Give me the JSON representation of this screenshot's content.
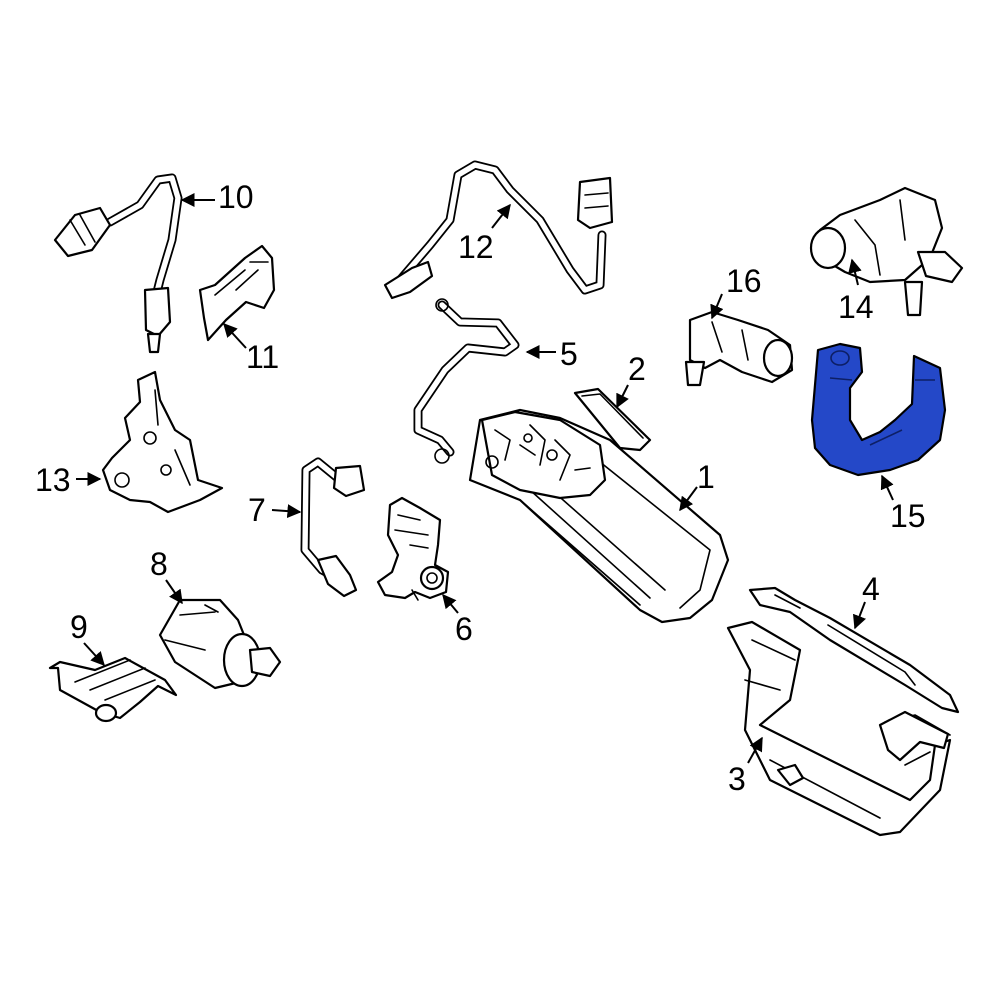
{
  "diagram": {
    "highlight_color": "#2448c8",
    "highlighted_part": "15",
    "callouts": [
      {
        "id": "1"
      },
      {
        "id": "2"
      },
      {
        "id": "3"
      },
      {
        "id": "4"
      },
      {
        "id": "5"
      },
      {
        "id": "6"
      },
      {
        "id": "7"
      },
      {
        "id": "8"
      },
      {
        "id": "9"
      },
      {
        "id": "10"
      },
      {
        "id": "11"
      },
      {
        "id": "12"
      },
      {
        "id": "13"
      },
      {
        "id": "14"
      },
      {
        "id": "15"
      },
      {
        "id": "16"
      }
    ]
  }
}
